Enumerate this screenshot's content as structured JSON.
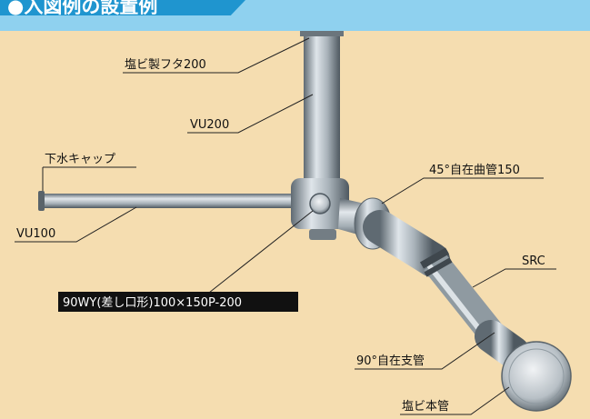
{
  "header": {
    "title": "●入図例の設置例",
    "band_color": "#8fd1ef",
    "tab_color": "#1f95cf"
  },
  "colors": {
    "soil": "#f5ddb0",
    "pipe": "#9aa4ab",
    "leader": "#222222",
    "box_label_bg": "#111111"
  },
  "labels": {
    "cap_lid": "塩ビ製フタ200",
    "vu200": "VU200",
    "sewer_cap": "下水キャップ",
    "vu100": "VU100",
    "elbow45": "45°自在曲管150",
    "src": "SRC",
    "wye": "90WY(差し口形)100×150P-200",
    "branch90": "90°自在支管",
    "main_pipe": "塩ビ本管"
  }
}
